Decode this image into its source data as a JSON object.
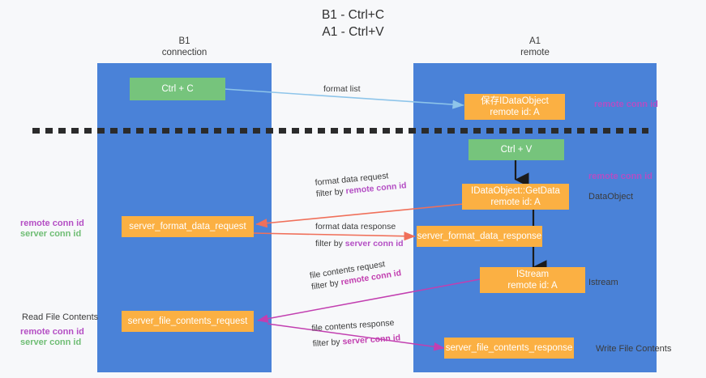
{
  "title": {
    "line1": "B1 - Ctrl+C",
    "line2": "A1 - Ctrl+V"
  },
  "lanes": [
    {
      "id": "b1",
      "name": "B1",
      "subtitle": "connection"
    },
    {
      "id": "a1",
      "name": "A1",
      "subtitle": "remote"
    }
  ],
  "nodes": {
    "ctrl_c": {
      "line1": "Ctrl + C",
      "line2": "",
      "color": "#76c47c"
    },
    "save_dataobj": {
      "line1": "保存IDataObject",
      "line2": "remote id: A",
      "color": "#fbb043"
    },
    "ctrl_v": {
      "line1": "Ctrl + V",
      "line2": "",
      "color": "#76c47c"
    },
    "getdata": {
      "line1": "IDataObject::GetData",
      "line2": "remote id: A",
      "color": "#fbb043"
    },
    "fmt_req": {
      "line1": "server_format_data_request",
      "line2": "",
      "color": "#fbb043"
    },
    "fmt_resp": {
      "line1": "server_format_data_response",
      "line2": "",
      "color": "#fbb043"
    },
    "istream": {
      "line1": "IStream",
      "line2": "remote id: A",
      "color": "#fbb043"
    },
    "file_req": {
      "line1": "server_file_contents_request",
      "line2": "",
      "color": "#fbb043"
    },
    "file_resp": {
      "line1": "server_file_contents_response",
      "line2": "",
      "color": "#fbb043"
    }
  },
  "edges": {
    "format_list": {
      "line1": "format list"
    },
    "format_data_request": {
      "line1": "format data request",
      "filter_prefix": "filter by ",
      "filter_key": "remote conn id"
    },
    "format_data_response": {
      "line1": "format data response",
      "filter_prefix": "filter by ",
      "filter_key": "server conn id"
    },
    "file_contents_request": {
      "line1": "file contents request",
      "filter_prefix": "filter by ",
      "filter_key": "remote conn id"
    },
    "file_contents_response": {
      "line1": "file contents response",
      "filter_prefix": "filter by ",
      "filter_key": "server conn id"
    }
  },
  "annotations": {
    "right_remote_conn_top": "remote conn id",
    "right_remote_conn_mid": "remote conn id",
    "right_dataobject": "DataObject",
    "right_istream": "Istream",
    "right_write_file": "Write File Contents",
    "left_remote_conn_1": "remote conn id",
    "left_server_conn_1": "server conn id",
    "left_read_file": "Read File Contents",
    "left_remote_conn_2": "remote conn id",
    "left_server_conn_2": "server conn id"
  },
  "colors": {
    "lane": "#4a82d8",
    "green_node": "#76c47c",
    "orange_node": "#fbb043",
    "purple_text": "#b44ec4",
    "green_text": "#6fbd74",
    "arrow_blue": "#8ec5ea",
    "arrow_red": "#f0705a",
    "arrow_magenta": "#c23fb0",
    "arrow_black": "#1b1b1b",
    "background": "#f7f8fa"
  }
}
